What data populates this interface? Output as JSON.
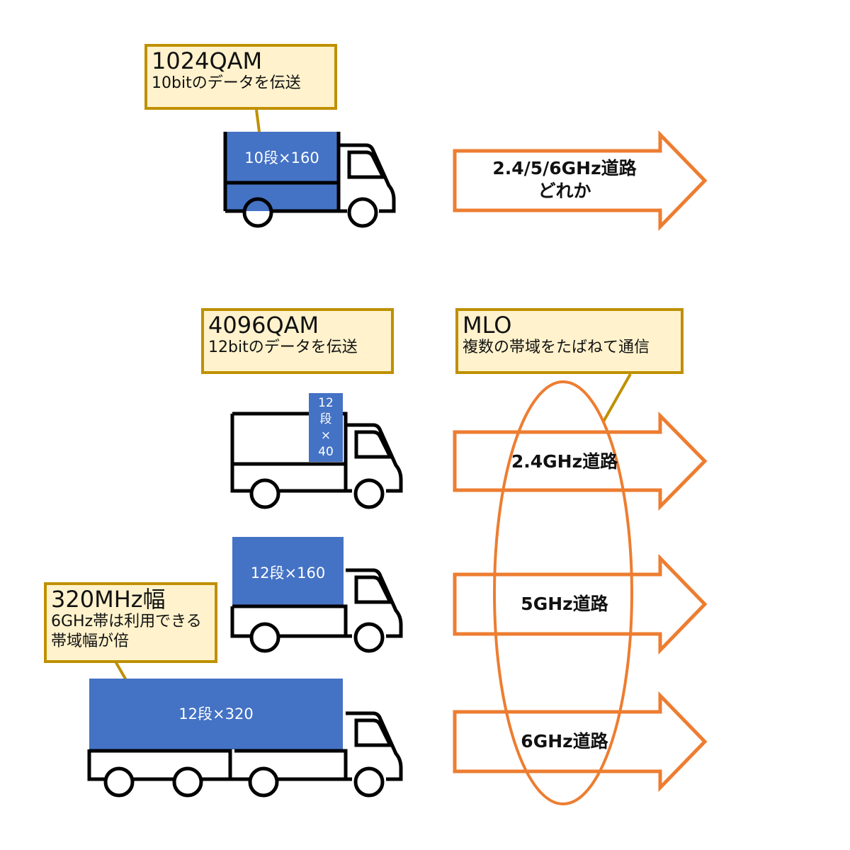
{
  "callouts": {
    "qam1024": {
      "title": "1024QAM",
      "subtitle": "10bitのデータを伝送"
    },
    "qam4096": {
      "title": "4096QAM",
      "subtitle": "12bitのデータを伝送"
    },
    "mlo": {
      "title": "MLO",
      "subtitle": "複数の帯域をたばねて通信"
    },
    "mhz320": {
      "title": "320MHz幅",
      "subtitle": "6GHz帯は利用できる帯域幅が倍"
    }
  },
  "trucks": {
    "t1": {
      "cargo": "10段×160"
    },
    "t2": {
      "cargo_lines": [
        "12",
        "段",
        "×",
        "40"
      ]
    },
    "t3": {
      "cargo": "12段×160"
    },
    "t4": {
      "cargo": "12段×320"
    }
  },
  "roads": {
    "any": {
      "line1": "2.4/5/6GHz道路",
      "line2": "どれか"
    },
    "r24": "2.4GHz道路",
    "r5": "5GHz道路",
    "r6": "6GHz道路"
  },
  "colors": {
    "accent_orange": "#ed7d31",
    "cargo_blue": "#4472c4",
    "callout_fill": "#fff2cc",
    "callout_border": "#bf9000"
  }
}
